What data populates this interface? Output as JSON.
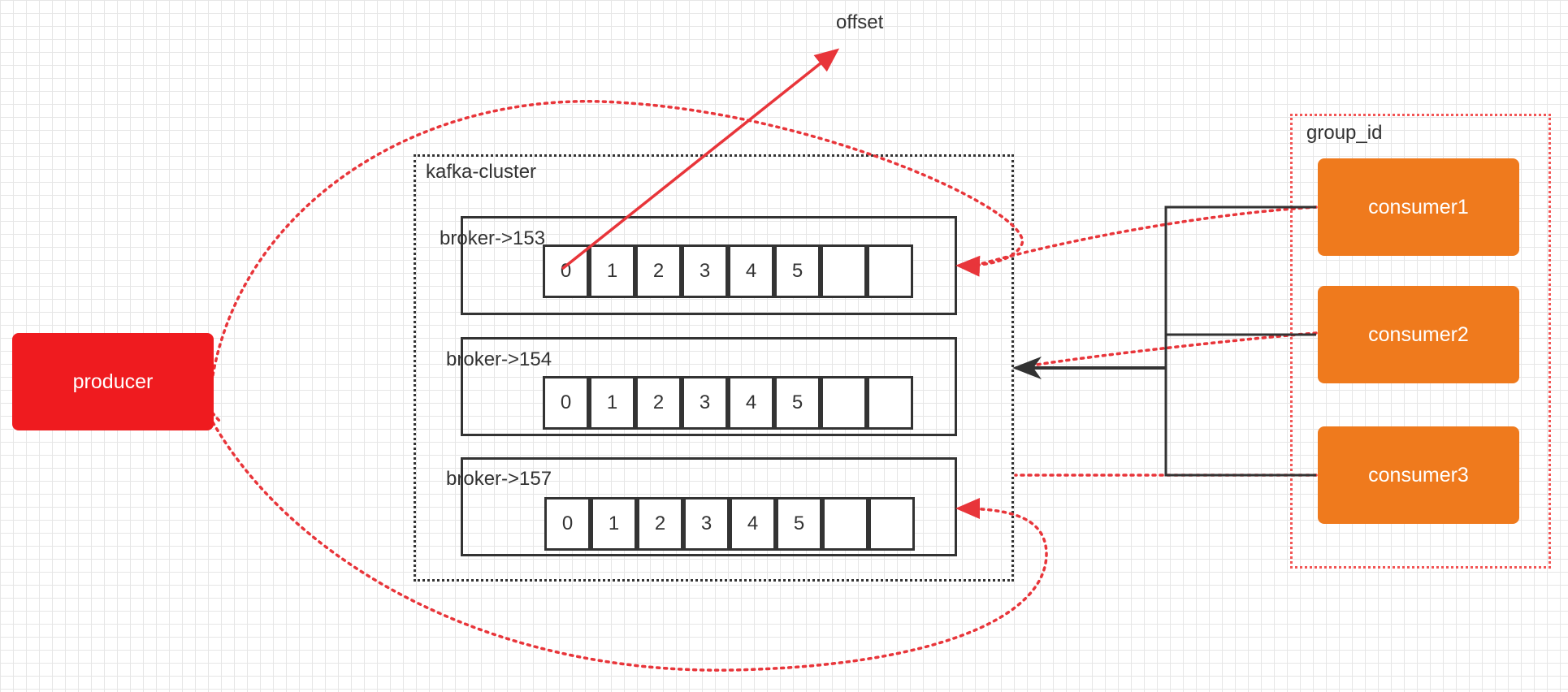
{
  "offset_label": "offset",
  "cluster_label": "kafka-cluster",
  "group_label": "group_id",
  "producer": {
    "label": "producer",
    "color": "#ef1b1f"
  },
  "consumer_color": "#ef7a1d",
  "arrow_red": "#e8353a",
  "brokers": [
    {
      "label": "broker->153",
      "cells": [
        "0",
        "1",
        "2",
        "3",
        "4",
        "5",
        "",
        ""
      ]
    },
    {
      "label": "broker->154",
      "cells": [
        "0",
        "1",
        "2",
        "3",
        "4",
        "5",
        "",
        ""
      ]
    },
    {
      "label": "broker->157",
      "cells": [
        "0",
        "1",
        "2",
        "3",
        "4",
        "5",
        "",
        ""
      ]
    }
  ],
  "consumers": [
    {
      "label": "consumer1"
    },
    {
      "label": "consumer2"
    },
    {
      "label": "consumer3"
    }
  ]
}
